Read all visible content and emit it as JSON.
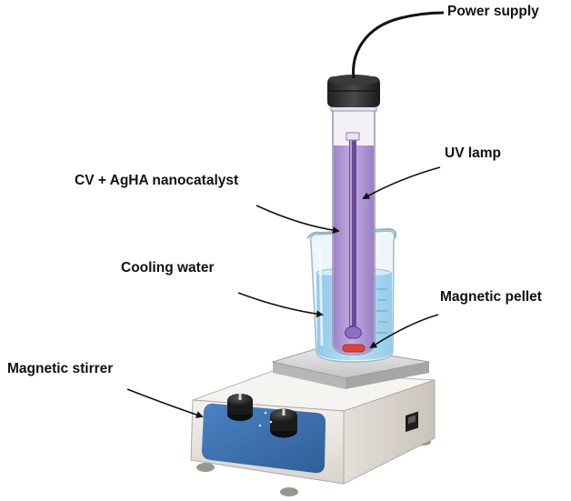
{
  "labels": {
    "power_supply": "Power supply",
    "uv_lamp": "UV lamp",
    "cv_agha": "CV + AgHA nanocatalyst",
    "cooling_water": "Cooling water",
    "magnetic_pellet": "Magnetic pellet",
    "magnetic_stirrer": "Magnetic stirrer"
  },
  "colors": {
    "stirrer_body": "#ebe7e2",
    "stirrer_panel": "#3f73b0",
    "knob": "#262626",
    "plate": "#d9d9d9",
    "cooling_water": "#a9d7f0",
    "reaction_solution": "#b49ad8",
    "lamp_rod": "#6a4a96",
    "pellet": "#e0403a",
    "cap": "#2b2b2b",
    "arrow": "#111111"
  },
  "icons": {
    "knobs": "knob-icon",
    "switch": "power-switch-icon",
    "arrows": "arrow-icon"
  }
}
